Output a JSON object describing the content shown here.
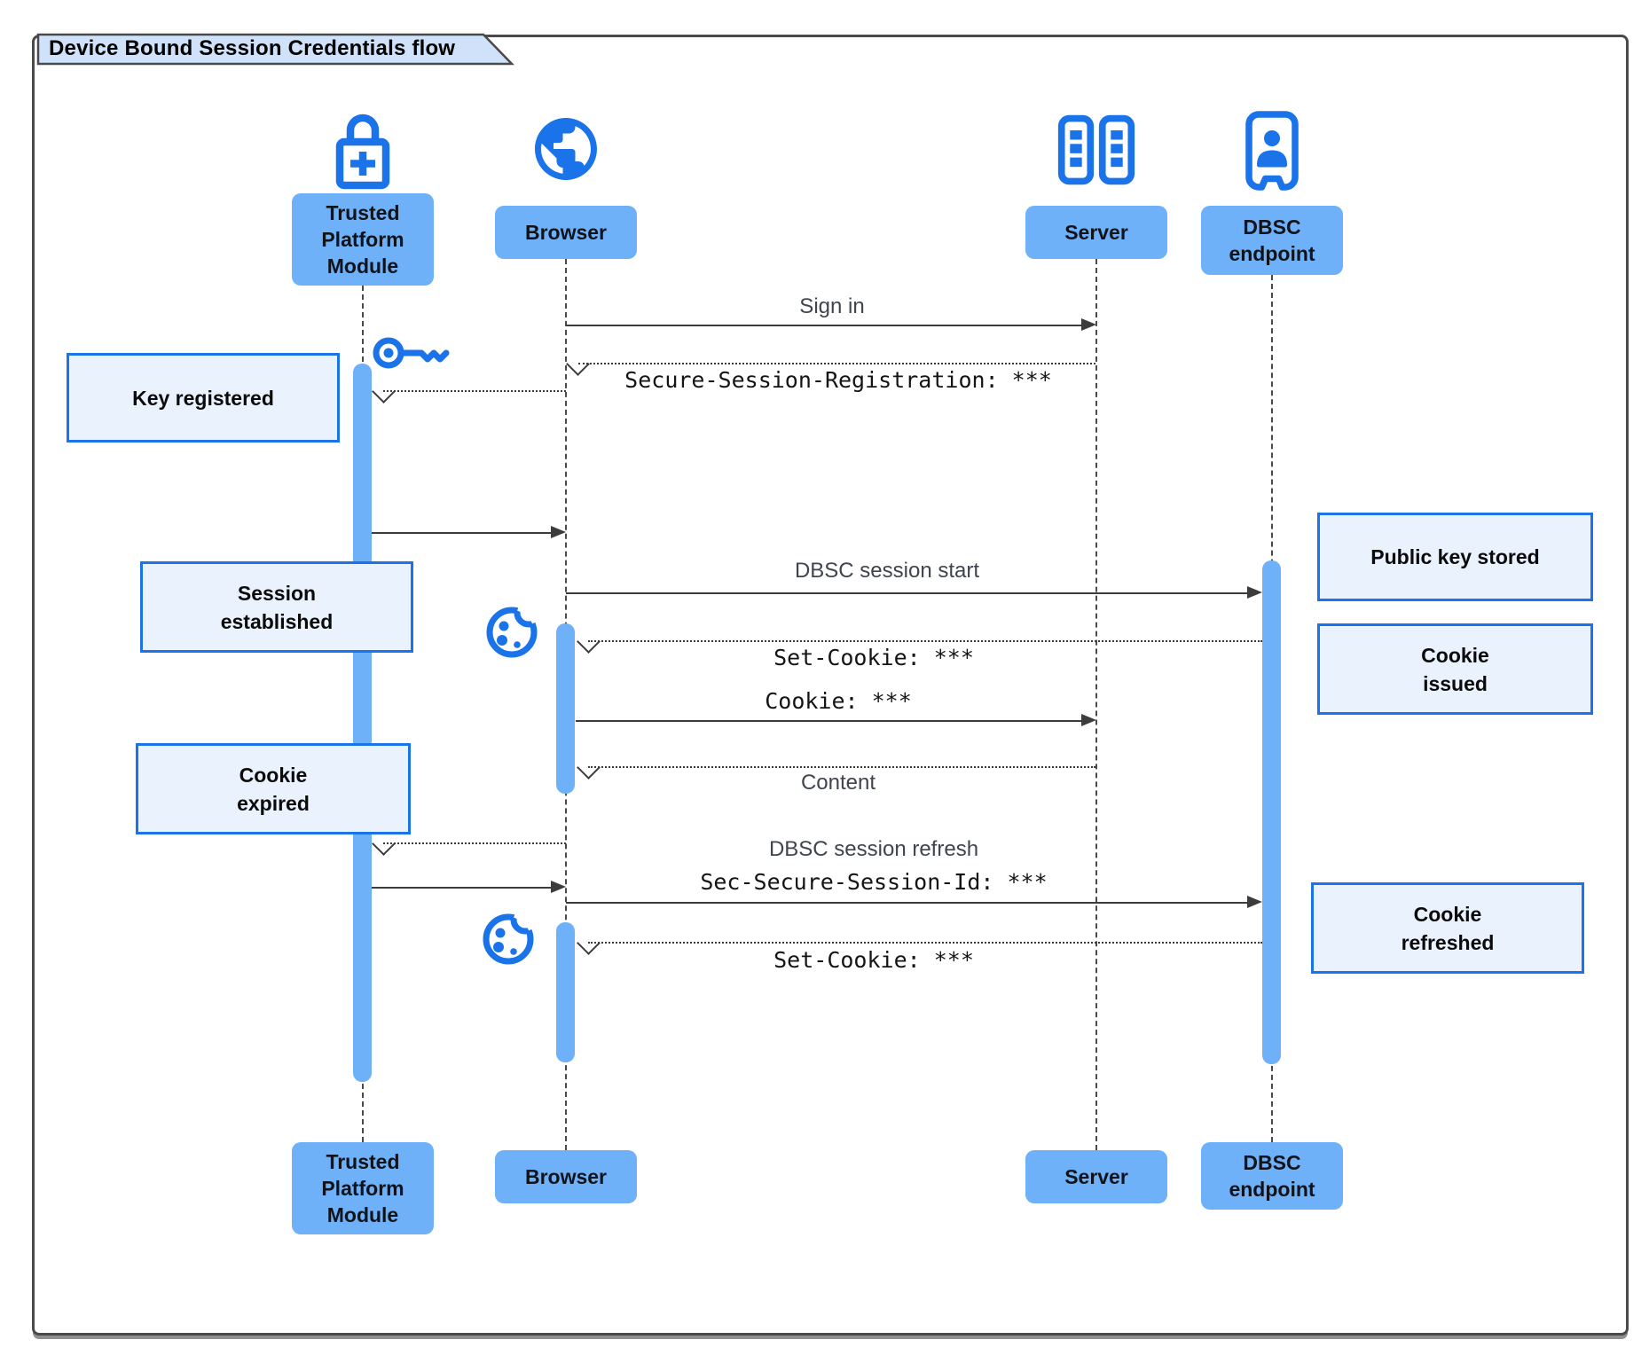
{
  "title": "Device Bound Session Credentials flow",
  "actors": {
    "tpm": {
      "label": "Trusted\nPlatform\nModule",
      "icon": "lock-plus-icon"
    },
    "browser": {
      "label": "Browser",
      "icon": "globe-icon"
    },
    "server": {
      "label": "Server",
      "icon": "server-rack-icon"
    },
    "dbsc": {
      "label": "DBSC\nendpoint",
      "icon": "id-badge-icon"
    }
  },
  "messages": {
    "sign_in": {
      "label": "Sign in",
      "from": "Browser",
      "to": "Server",
      "style": "solid"
    },
    "session_registration": {
      "label": "Secure-Session-Registration: ***",
      "from": "Server",
      "to": "Browser",
      "style": "dashed"
    },
    "key_registration": {
      "label": "",
      "from": "Browser",
      "to": "Trusted Platform Module",
      "style": "dashed"
    },
    "key_ready": {
      "label": "",
      "from": "Trusted Platform Module",
      "to": "Browser",
      "style": "solid"
    },
    "dbsc_session_start": {
      "label": "DBSC session start",
      "from": "Browser",
      "to": "DBSC endpoint",
      "style": "solid"
    },
    "set_cookie_1": {
      "label": "Set-Cookie: ***",
      "from": "DBSC endpoint",
      "to": "Browser",
      "style": "dashed"
    },
    "cookie": {
      "label": "Cookie: ***",
      "from": "Browser",
      "to": "Server",
      "style": "solid"
    },
    "content": {
      "label": "Content",
      "from": "Server",
      "to": "Browser",
      "style": "dashed"
    },
    "cookie_expired_signal": {
      "label": "",
      "from": "Browser",
      "to": "Trusted Platform Module",
      "style": "dashed"
    },
    "new_signature": {
      "label": "",
      "from": "Trusted Platform Module",
      "to": "Browser",
      "style": "solid"
    },
    "session_refresh": {
      "label_line1": "DBSC session refresh",
      "label_line2": "Sec-Secure-Session-Id: ***",
      "from": "Browser",
      "to": "DBSC endpoint",
      "style": "solid"
    },
    "set_cookie_2": {
      "label": "Set-Cookie: ***",
      "from": "DBSC endpoint",
      "to": "Browser",
      "style": "dashed"
    }
  },
  "notes": {
    "key_registered": "Key registered",
    "session_established": "Session\nestablished",
    "cookie_expired": "Cookie\nexpired",
    "public_key_stored": "Public key stored",
    "cookie_issued": "Cookie\nissued",
    "cookie_refreshed": "Cookie\nrefreshed"
  },
  "colors": {
    "accent_blue": "#1a73e8",
    "actor_fill": "#6fb1f8",
    "activation_fill": "#6fb1f8",
    "note_fill": "#eaf2fd",
    "note_border": "#1a73e8",
    "title_fill": "#cfe2fa",
    "line": "#3c3c3c",
    "frame_border": "#4a4a4a"
  }
}
